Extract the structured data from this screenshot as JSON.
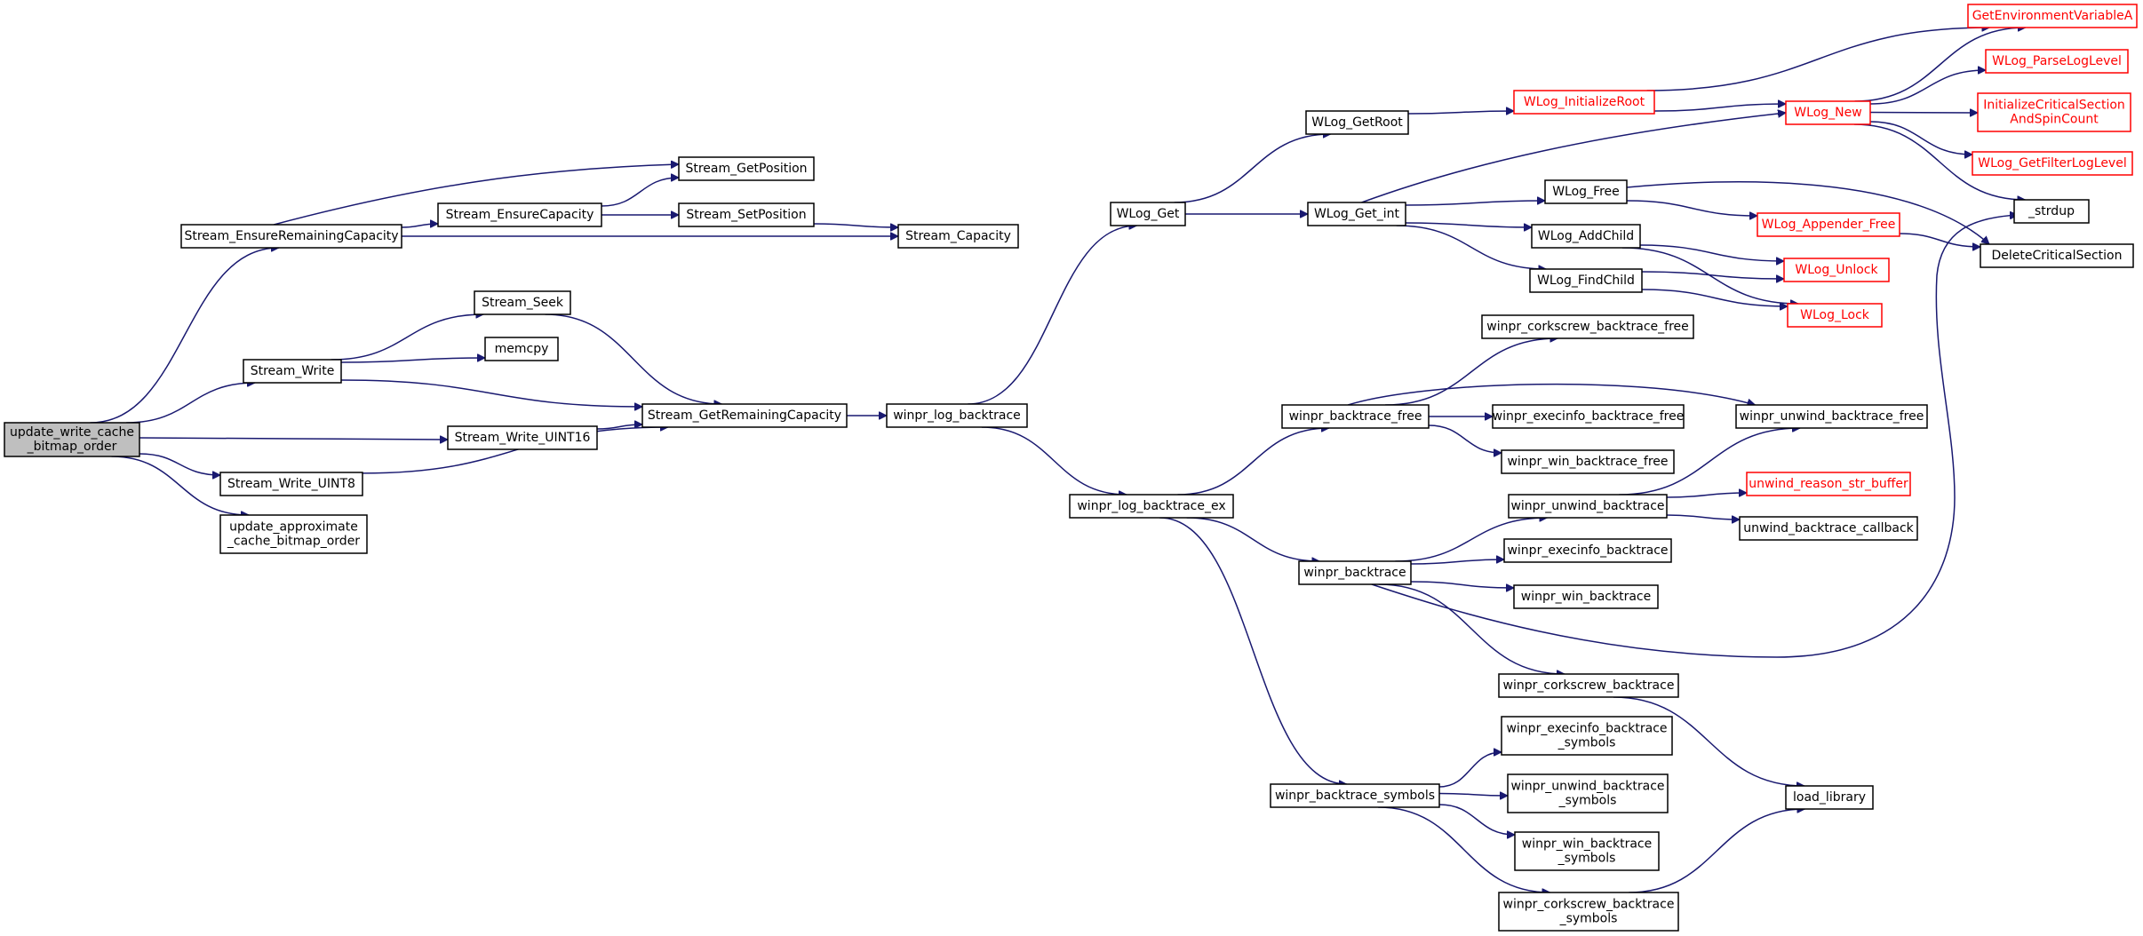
{
  "colors": {
    "edge": "#191970",
    "root_fill": "#bfbfbf",
    "external_border": "#ff0000",
    "border": "#000000",
    "background": "#ffffff"
  },
  "nodes": [
    {
      "id": "update_write_cache_bitmap_order",
      "lines": [
        "update_write_cache",
        "_bitmap_order"
      ],
      "style": "root"
    },
    {
      "id": "Stream_EnsureRemainingCapacity",
      "lines": [
        "Stream_EnsureRemainingCapacity"
      ],
      "style": "normal"
    },
    {
      "id": "Stream_EnsureCapacity",
      "lines": [
        "Stream_EnsureCapacity"
      ],
      "style": "normal"
    },
    {
      "id": "Stream_GetPosition",
      "lines": [
        "Stream_GetPosition"
      ],
      "style": "normal"
    },
    {
      "id": "Stream_SetPosition",
      "lines": [
        "Stream_SetPosition"
      ],
      "style": "normal"
    },
    {
      "id": "Stream_Capacity",
      "lines": [
        "Stream_Capacity"
      ],
      "style": "normal"
    },
    {
      "id": "Stream_Write",
      "lines": [
        "Stream_Write"
      ],
      "style": "normal"
    },
    {
      "id": "Stream_Seek",
      "lines": [
        "Stream_Seek"
      ],
      "style": "normal"
    },
    {
      "id": "memcpy",
      "lines": [
        "memcpy"
      ],
      "style": "normal"
    },
    {
      "id": "Stream_GetRemainingCapacity",
      "lines": [
        "Stream_GetRemainingCapacity"
      ],
      "style": "normal"
    },
    {
      "id": "Stream_Write_UINT16",
      "lines": [
        "Stream_Write_UINT16"
      ],
      "style": "normal"
    },
    {
      "id": "Stream_Write_UINT8",
      "lines": [
        "Stream_Write_UINT8"
      ],
      "style": "normal"
    },
    {
      "id": "update_approximate_cache_bitmap_order",
      "lines": [
        "update_approximate",
        "_cache_bitmap_order"
      ],
      "style": "normal"
    },
    {
      "id": "winpr_log_backtrace",
      "lines": [
        "winpr_log_backtrace"
      ],
      "style": "normal"
    },
    {
      "id": "WLog_Get",
      "lines": [
        "WLog_Get"
      ],
      "style": "normal"
    },
    {
      "id": "WLog_GetRoot",
      "lines": [
        "WLog_GetRoot"
      ],
      "style": "normal"
    },
    {
      "id": "WLog_Get_int",
      "lines": [
        "WLog_Get_int"
      ],
      "style": "normal"
    },
    {
      "id": "WLog_InitializeRoot",
      "lines": [
        "WLog_InitializeRoot"
      ],
      "style": "external"
    },
    {
      "id": "WLog_New",
      "lines": [
        "WLog_New"
      ],
      "style": "external"
    },
    {
      "id": "GetEnvironmentVariableA",
      "lines": [
        "GetEnvironmentVariableA"
      ],
      "style": "external"
    },
    {
      "id": "WLog_ParseLogLevel",
      "lines": [
        "WLog_ParseLogLevel"
      ],
      "style": "external"
    },
    {
      "id": "InitializeCriticalSectionAndSpinCount",
      "lines": [
        "InitializeCriticalSection",
        "AndSpinCount"
      ],
      "style": "external"
    },
    {
      "id": "WLog_GetFilterLogLevel",
      "lines": [
        "WLog_GetFilterLogLevel"
      ],
      "style": "external"
    },
    {
      "id": "_strdup",
      "lines": [
        "_strdup"
      ],
      "style": "normal"
    },
    {
      "id": "DeleteCriticalSection",
      "lines": [
        "DeleteCriticalSection"
      ],
      "style": "normal"
    },
    {
      "id": "WLog_Free",
      "lines": [
        "WLog_Free"
      ],
      "style": "normal"
    },
    {
      "id": "WLog_Appender_Free",
      "lines": [
        "WLog_Appender_Free"
      ],
      "style": "external"
    },
    {
      "id": "WLog_AddChild",
      "lines": [
        "WLog_AddChild"
      ],
      "style": "normal"
    },
    {
      "id": "WLog_Unlock",
      "lines": [
        "WLog_Unlock"
      ],
      "style": "external"
    },
    {
      "id": "WLog_FindChild",
      "lines": [
        "WLog_FindChild"
      ],
      "style": "normal"
    },
    {
      "id": "WLog_Lock",
      "lines": [
        "WLog_Lock"
      ],
      "style": "external"
    },
    {
      "id": "winpr_log_backtrace_ex",
      "lines": [
        "winpr_log_backtrace_ex"
      ],
      "style": "normal"
    },
    {
      "id": "winpr_backtrace_free",
      "lines": [
        "winpr_backtrace_free"
      ],
      "style": "normal"
    },
    {
      "id": "winpr_corkscrew_backtrace_free",
      "lines": [
        "winpr_corkscrew_backtrace_free"
      ],
      "style": "normal"
    },
    {
      "id": "winpr_execinfo_backtrace_free",
      "lines": [
        "winpr_execinfo_backtrace_free"
      ],
      "style": "normal"
    },
    {
      "id": "winpr_unwind_backtrace_free",
      "lines": [
        "winpr_unwind_backtrace_free"
      ],
      "style": "normal"
    },
    {
      "id": "winpr_win_backtrace_free",
      "lines": [
        "winpr_win_backtrace_free"
      ],
      "style": "normal"
    },
    {
      "id": "winpr_unwind_backtrace",
      "lines": [
        "winpr_unwind_backtrace"
      ],
      "style": "normal"
    },
    {
      "id": "unwind_reason_str_buffer",
      "lines": [
        "unwind_reason_str_buffer"
      ],
      "style": "external"
    },
    {
      "id": "unwind_backtrace_callback",
      "lines": [
        "unwind_backtrace_callback"
      ],
      "style": "normal"
    },
    {
      "id": "winpr_backtrace",
      "lines": [
        "winpr_backtrace"
      ],
      "style": "normal"
    },
    {
      "id": "winpr_execinfo_backtrace",
      "lines": [
        "winpr_execinfo_backtrace"
      ],
      "style": "normal"
    },
    {
      "id": "winpr_win_backtrace",
      "lines": [
        "winpr_win_backtrace"
      ],
      "style": "normal"
    },
    {
      "id": "winpr_corkscrew_backtrace",
      "lines": [
        "winpr_corkscrew_backtrace"
      ],
      "style": "normal"
    },
    {
      "id": "load_library",
      "lines": [
        "load_library"
      ],
      "style": "normal"
    },
    {
      "id": "winpr_backtrace_symbols",
      "lines": [
        "winpr_backtrace_symbols"
      ],
      "style": "normal"
    },
    {
      "id": "winpr_execinfo_backtrace_symbols",
      "lines": [
        "winpr_execinfo_backtrace",
        "_symbols"
      ],
      "style": "normal"
    },
    {
      "id": "winpr_unwind_backtrace_symbols",
      "lines": [
        "winpr_unwind_backtrace",
        "_symbols"
      ],
      "style": "normal"
    },
    {
      "id": "winpr_win_backtrace_symbols",
      "lines": [
        "winpr_win_backtrace",
        "_symbols"
      ],
      "style": "normal"
    },
    {
      "id": "winpr_corkscrew_backtrace_symbols",
      "lines": [
        "winpr_corkscrew_backtrace",
        "_symbols"
      ],
      "style": "normal"
    }
  ],
  "edges": [
    [
      "update_write_cache_bitmap_order",
      "Stream_EnsureRemainingCapacity"
    ],
    [
      "update_write_cache_bitmap_order",
      "Stream_Write"
    ],
    [
      "update_write_cache_bitmap_order",
      "Stream_Write_UINT16"
    ],
    [
      "update_write_cache_bitmap_order",
      "Stream_Write_UINT8"
    ],
    [
      "update_write_cache_bitmap_order",
      "update_approximate_cache_bitmap_order"
    ],
    [
      "Stream_EnsureRemainingCapacity",
      "Stream_GetPosition"
    ],
    [
      "Stream_EnsureRemainingCapacity",
      "Stream_EnsureCapacity"
    ],
    [
      "Stream_EnsureRemainingCapacity",
      "Stream_Capacity"
    ],
    [
      "Stream_EnsureCapacity",
      "Stream_GetPosition"
    ],
    [
      "Stream_EnsureCapacity",
      "Stream_SetPosition"
    ],
    [
      "Stream_SetPosition",
      "Stream_Capacity"
    ],
    [
      "Stream_Write",
      "Stream_Seek"
    ],
    [
      "Stream_Write",
      "memcpy"
    ],
    [
      "Stream_Write",
      "Stream_GetRemainingCapacity"
    ],
    [
      "Stream_Seek",
      "Stream_GetRemainingCapacity"
    ],
    [
      "Stream_Write_UINT16",
      "Stream_GetRemainingCapacity"
    ],
    [
      "Stream_Write_UINT8",
      "Stream_GetRemainingCapacity"
    ],
    [
      "Stream_GetRemainingCapacity",
      "winpr_log_backtrace"
    ],
    [
      "winpr_log_backtrace",
      "WLog_Get"
    ],
    [
      "winpr_log_backtrace",
      "winpr_log_backtrace_ex"
    ],
    [
      "WLog_Get",
      "WLog_GetRoot"
    ],
    [
      "WLog_Get",
      "WLog_Get_int"
    ],
    [
      "WLog_GetRoot",
      "WLog_InitializeRoot"
    ],
    [
      "WLog_InitializeRoot",
      "GetEnvironmentVariableA"
    ],
    [
      "WLog_InitializeRoot",
      "WLog_New"
    ],
    [
      "WLog_Get_int",
      "WLog_New"
    ],
    [
      "WLog_Get_int",
      "WLog_Free"
    ],
    [
      "WLog_Get_int",
      "WLog_AddChild"
    ],
    [
      "WLog_Get_int",
      "WLog_FindChild"
    ],
    [
      "WLog_New",
      "GetEnvironmentVariableA"
    ],
    [
      "WLog_New",
      "WLog_ParseLogLevel"
    ],
    [
      "WLog_New",
      "InitializeCriticalSectionAndSpinCount"
    ],
    [
      "WLog_New",
      "WLog_GetFilterLogLevel"
    ],
    [
      "WLog_New",
      "_strdup"
    ],
    [
      "WLog_Free",
      "WLog_Appender_Free"
    ],
    [
      "WLog_Free",
      "DeleteCriticalSection"
    ],
    [
      "WLog_Appender_Free",
      "DeleteCriticalSection"
    ],
    [
      "WLog_AddChild",
      "WLog_Unlock"
    ],
    [
      "WLog_AddChild",
      "WLog_Lock"
    ],
    [
      "WLog_FindChild",
      "WLog_Unlock"
    ],
    [
      "WLog_FindChild",
      "WLog_Lock"
    ],
    [
      "winpr_log_backtrace_ex",
      "winpr_backtrace_free"
    ],
    [
      "winpr_log_backtrace_ex",
      "winpr_backtrace"
    ],
    [
      "winpr_log_backtrace_ex",
      "winpr_backtrace_symbols"
    ],
    [
      "winpr_backtrace_free",
      "winpr_corkscrew_backtrace_free"
    ],
    [
      "winpr_backtrace_free",
      "winpr_execinfo_backtrace_free"
    ],
    [
      "winpr_backtrace_free",
      "winpr_unwind_backtrace_free"
    ],
    [
      "winpr_backtrace_free",
      "winpr_win_backtrace_free"
    ],
    [
      "winpr_backtrace",
      "winpr_unwind_backtrace"
    ],
    [
      "winpr_backtrace",
      "winpr_execinfo_backtrace"
    ],
    [
      "winpr_backtrace",
      "winpr_win_backtrace"
    ],
    [
      "winpr_backtrace",
      "winpr_corkscrew_backtrace"
    ],
    [
      "winpr_backtrace",
      "_strdup"
    ],
    [
      "winpr_unwind_backtrace",
      "winpr_unwind_backtrace_free"
    ],
    [
      "winpr_unwind_backtrace",
      "unwind_reason_str_buffer"
    ],
    [
      "winpr_unwind_backtrace",
      "unwind_backtrace_callback"
    ],
    [
      "winpr_corkscrew_backtrace",
      "load_library"
    ],
    [
      "winpr_backtrace_symbols",
      "winpr_execinfo_backtrace_symbols"
    ],
    [
      "winpr_backtrace_symbols",
      "winpr_unwind_backtrace_symbols"
    ],
    [
      "winpr_backtrace_symbols",
      "winpr_win_backtrace_symbols"
    ],
    [
      "winpr_backtrace_symbols",
      "winpr_corkscrew_backtrace_symbols"
    ],
    [
      "winpr_corkscrew_backtrace_symbols",
      "load_library"
    ]
  ]
}
